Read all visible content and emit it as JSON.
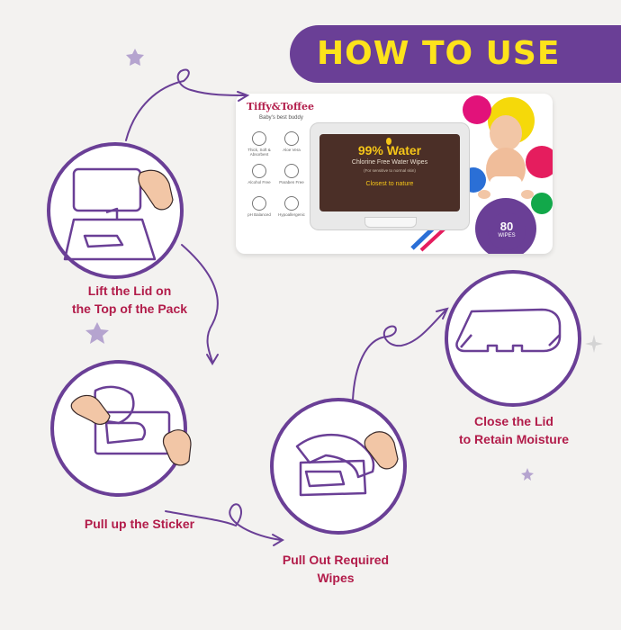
{
  "banner": {
    "title": "HOW TO USE",
    "bg_color": "#6a3f96",
    "text_color": "#fde31b"
  },
  "product": {
    "brand": "Tiffy&Toffee",
    "tagline": "Baby's best buddy",
    "features": [
      "Thick, Soft & Absorbent",
      "Aloe Vera",
      "Alcohol Free",
      "Paraben Free",
      "pH Balanced",
      "Hypoallergenic"
    ],
    "lid_title": "99% Water",
    "lid_subtitle": "Chlorine Free Water Wipes",
    "lid_note": "(For sensitive to normal skin)",
    "lid_tagline": "Closest to nature",
    "count": "80",
    "count_unit": "WIPES"
  },
  "steps": [
    {
      "lines": [
        "Lift the Lid on",
        "the Top of the Pack"
      ],
      "icon": "open-pack-hand-icon"
    },
    {
      "lines": [
        "Close the Lid",
        "to Retain Moisture"
      ],
      "icon": "closed-lid-icon"
    },
    {
      "lines": [
        "Pull up the Sticker"
      ],
      "icon": "peel-sticker-hands-icon"
    },
    {
      "lines": [
        "Pull Out Required",
        "Wipes"
      ],
      "icon": "pull-wipe-hand-icon"
    }
  ],
  "colors": {
    "accent_purple": "#6a3f96",
    "label_red": "#b21c4a",
    "background": "#f3f2f0",
    "star_purple": "#b5a4cf"
  }
}
